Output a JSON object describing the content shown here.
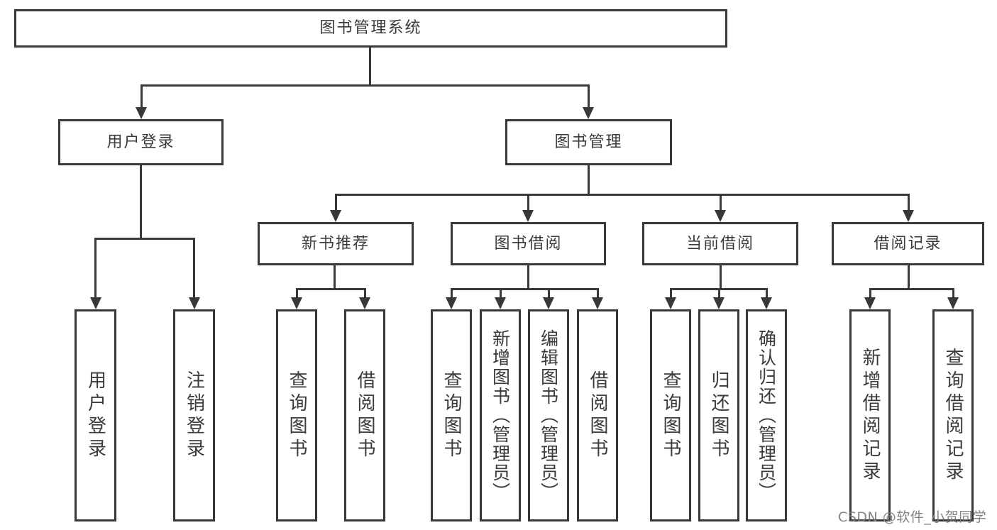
{
  "diagram": {
    "root": {
      "label": "图书管理系统"
    },
    "branches": [
      {
        "label": "用户登录",
        "children": [
          {
            "label": "用户登录"
          },
          {
            "label": "注销登录"
          }
        ]
      },
      {
        "label": "图书管理",
        "children": [
          {
            "label": "新书推荐",
            "children": [
              {
                "label": "查询图书"
              },
              {
                "label": "借阅图书"
              }
            ]
          },
          {
            "label": "图书借阅",
            "children": [
              {
                "label": "查询图书"
              },
              {
                "label": "新增图书（管理员）"
              },
              {
                "label": "编辑图书（管理员）"
              },
              {
                "label": "借阅图书"
              }
            ]
          },
          {
            "label": "当前借阅",
            "children": [
              {
                "label": "查询图书"
              },
              {
                "label": "归还图书"
              },
              {
                "label": "确认归还（管理员）"
              }
            ]
          },
          {
            "label": "借阅记录",
            "children": [
              {
                "label": "新增借阅记录"
              },
              {
                "label": "查询借阅记录"
              }
            ]
          }
        ]
      }
    ]
  },
  "watermark": "CSDN @软件_小贺同学",
  "colors": {
    "line": "#383838",
    "text": "#3a3a3a",
    "background": "#ffffff"
  }
}
